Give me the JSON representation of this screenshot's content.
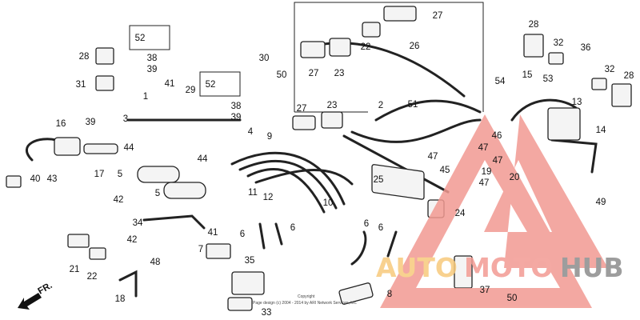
{
  "diagram": {
    "callouts": [
      "52",
      "28",
      "38",
      "39",
      "31",
      "41",
      "29",
      "1",
      "52",
      "38",
      "39",
      "3",
      "4",
      "30",
      "50",
      "16",
      "39",
      "44",
      "44",
      "17",
      "40",
      "43",
      "5",
      "5",
      "42",
      "9",
      "11",
      "12",
      "10",
      "27",
      "22",
      "26",
      "27",
      "23",
      "27",
      "23",
      "2",
      "51",
      "28",
      "32",
      "36",
      "54",
      "15",
      "53",
      "32",
      "28",
      "13",
      "14",
      "46",
      "47",
      "47",
      "47",
      "45",
      "19",
      "47",
      "20",
      "25",
      "49",
      "24",
      "34",
      "41",
      "6",
      "6",
      "6",
      "6",
      "42",
      "7",
      "35",
      "21",
      "22",
      "48",
      "18",
      "33",
      "8",
      "37",
      "50"
    ],
    "direction_label": "FR.",
    "copyright_title": "Copyright",
    "copyright_text": "Page design (c) 2004 - 2014 by ARI Network Services, Inc."
  },
  "watermark": {
    "brand_part1": "AUTO",
    "brand_part2": "MOTO",
    "brand_part3": "HUB",
    "colors": {
      "auto": "#f7c97c",
      "moto": "#f39b93",
      "hub": "#8c8c8c",
      "triangle": "#f29a92"
    }
  }
}
